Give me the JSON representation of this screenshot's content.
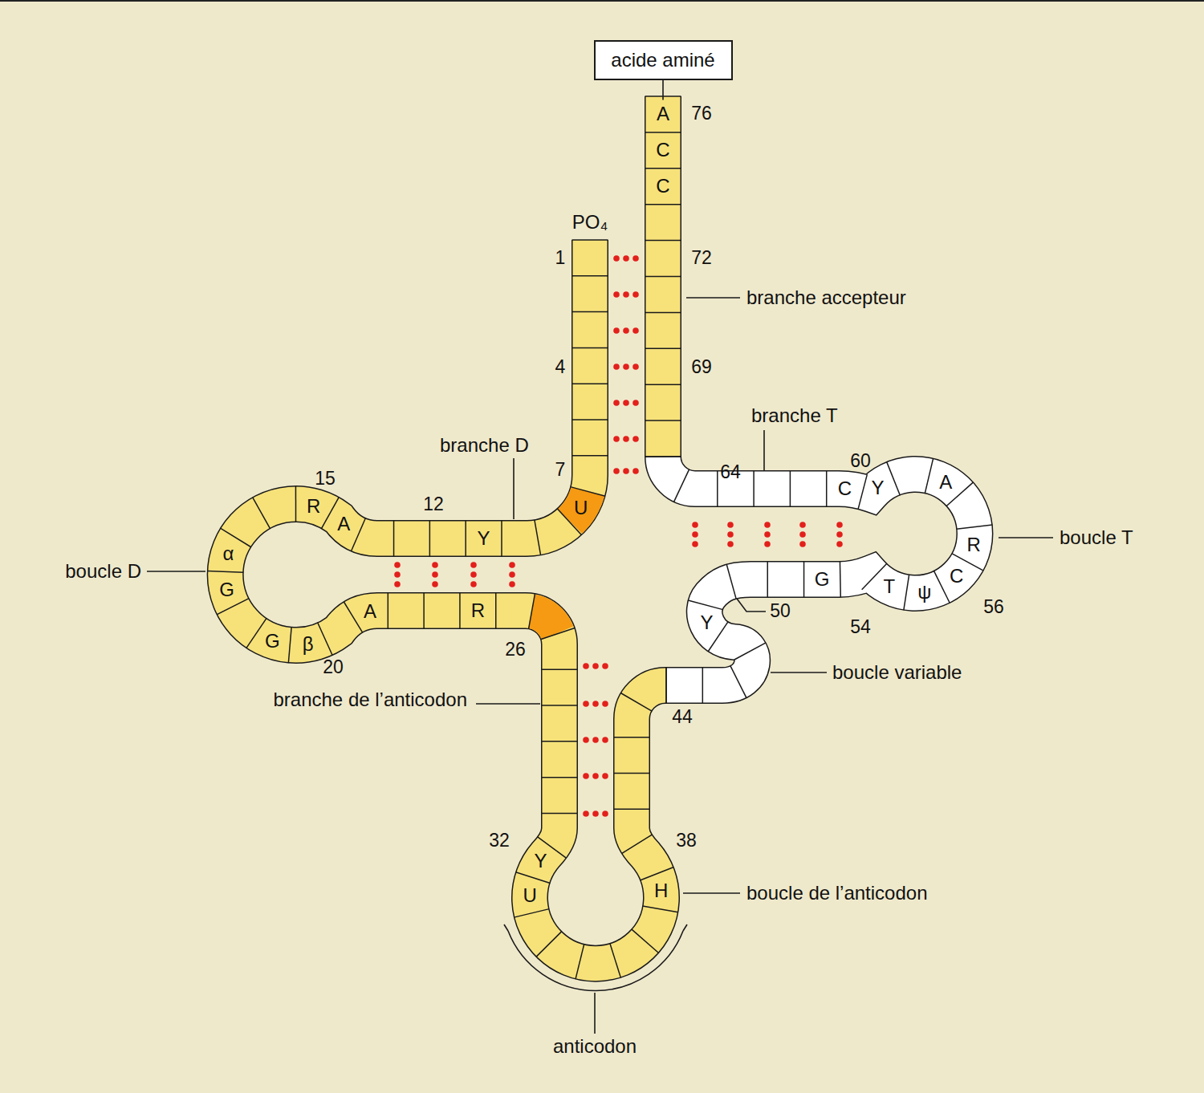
{
  "diagram": {
    "nodes": [
      {
        "text": [
          "acide aminé"
        ]
      },
      {
        "text": [
          "A"
        ]
      },
      {
        "text": [
          "C"
        ]
      },
      {
        "text": [
          "C"
        ]
      },
      {
        "text": [
          "U"
        ]
      },
      {
        "text": [
          "R"
        ]
      },
      {
        "text": [
          "A"
        ]
      },
      {
        "text": [
          "Y"
        ]
      },
      {
        "text": [
          "α"
        ]
      },
      {
        "text": [
          "G"
        ]
      },
      {
        "text": [
          "G"
        ]
      },
      {
        "text": [
          "β"
        ]
      },
      {
        "text": [
          "A"
        ]
      },
      {
        "text": [
          "R"
        ]
      },
      {
        "text": [
          "Y"
        ]
      },
      {
        "text": [
          "U"
        ]
      },
      {
        "text": [
          "H"
        ]
      },
      {
        "text": [
          "Y"
        ]
      },
      {
        "text": [
          "G"
        ]
      },
      {
        "text": [
          "T"
        ]
      },
      {
        "text": [
          "ψ"
        ]
      },
      {
        "text": [
          "C"
        ]
      },
      {
        "text": [
          "R"
        ]
      },
      {
        "text": [
          "A"
        ]
      },
      {
        "text": [
          "Y"
        ]
      },
      {
        "text": [
          "C"
        ]
      }
    ],
    "edges": [
      {
        "from": 0,
        "to": 1,
        "arrow": "none"
      }
    ],
    "labels": [
      "PO₄",
      "1",
      "4",
      "7",
      "76",
      "72",
      "69",
      "branche accepteur",
      "branche T",
      "64",
      "60",
      "boucle T",
      "56",
      "54",
      "50",
      "boucle variable",
      "44",
      "branche D",
      "15",
      "12",
      "boucle D",
      "20",
      "26",
      "branche de l’anticodon",
      "32",
      "38",
      "boucle de l’anticodon",
      "anticodon"
    ]
  }
}
